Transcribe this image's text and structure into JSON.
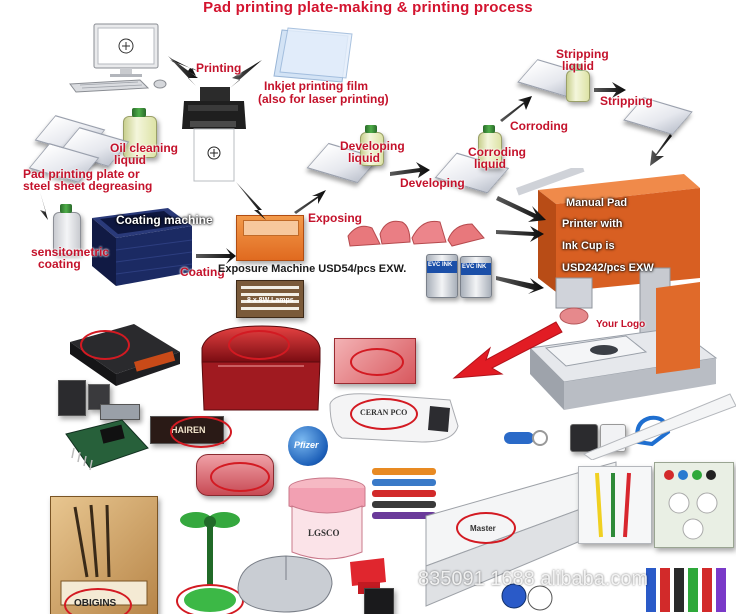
{
  "title": "Pad printing plate-making & printing process",
  "labels": {
    "printing": "Printing",
    "film_line1": "Inkjet printing film",
    "film_line2": "(also for laser printing)",
    "oil_line1": "Oil cleaning",
    "oil_line2": "liquid",
    "degrease_line1": "Pad printing plate or",
    "degrease_line2": "steel sheet degreasing",
    "coating_machine": "Coating machine",
    "sens_line1": "sensitometric",
    "sens_line2": "coating",
    "coating": "Coating",
    "exposing": "Exposing",
    "exposure_machine": "Exposure Machine USD54/pcs EXW.",
    "developing_liquid_line1": "Developing",
    "developing_liquid_line2": "liquid",
    "developing": "Developing",
    "corroding_liquid_line1": "Corroding",
    "corroding_liquid_line2": "liquid",
    "corroding": "Corroding",
    "stripping_liquid_line1": "Stripping",
    "stripping_liquid_line2": "liquid",
    "stripping": "Stripping",
    "machine_line1": "Manual Pad",
    "machine_line2": "Printer with",
    "machine_line3": "Ink Cup is",
    "machine_line4": "USD242/pcs EXW",
    "your_logo": "Your Logo",
    "lamps": "8 x 8W Lamps",
    "ink_brand": "EVC INK"
  },
  "product_texts": {
    "hairen": "HAIREN",
    "ceranpco": "CERAN PCO",
    "lgsco": "LGSCO",
    "pfizer": "Pfizer",
    "obi": "OBIGINS",
    "master": "Master"
  },
  "watermark": "835091  1688  alibaba.com",
  "colors": {
    "accent_red": "#d3142f",
    "label_red": "#c4122b",
    "machine_orange": "#e0662a",
    "coating_navy": "#16224f"
  }
}
